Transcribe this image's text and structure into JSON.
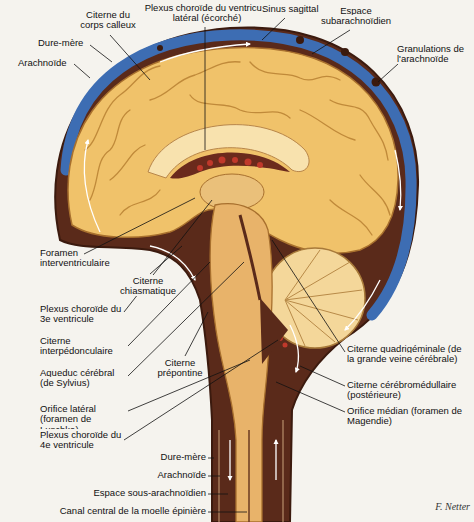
{
  "diagram": {
    "labels": [
      "Citerne du corps calleux",
      "Plexus choroïde du ventricule latéral (écorché)",
      "Sinus sagittal",
      "Espace subarachnoïdien",
      "Granulations de l'arachnoïde",
      "Dure-mère",
      "Arachnoïde",
      "Foramen interventriculaire",
      "Citerne chiasmatique",
      "Plexus choroïde du 3e ventricule",
      "Citerne interpédonculaire",
      "Aqueduc cérébral (de Sylvius)",
      "Citerne prépontine",
      "Orifice latéral (foramen de Luschka)",
      "Plexus choroïde du 4e ventricule",
      "Citerne quadrigéminale (de la grande veine cérébrale)",
      "Citerne cérébromédullaire (postérieure)",
      "Orifice médian (foramen de Magendie)",
      "Dure-mère",
      "Arachnoïde",
      "Espace sous-arachnoïdien",
      "Canal central de la moelle épinière",
      "F. Netter"
    ]
  }
}
